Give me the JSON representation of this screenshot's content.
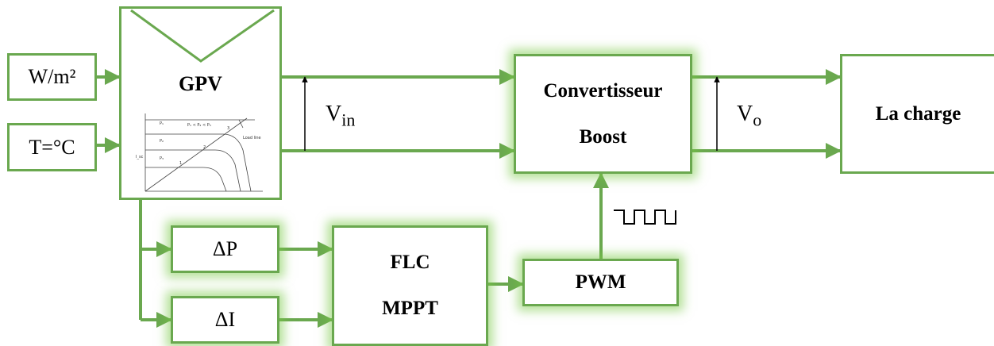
{
  "inputs": {
    "irradiance": "W/m²",
    "temperature": "T=°C"
  },
  "gpv": {
    "title": "GPV",
    "curve_labels": [
      "P₁",
      "P₂",
      "P₃",
      "P₁ < P₂ < P₃",
      "Load line",
      "1",
      "2",
      "3",
      "I_sc"
    ]
  },
  "signals": {
    "vin_main": "V",
    "vin_sub": "in",
    "vo_main": "V",
    "vo_sub": "o"
  },
  "converter": {
    "line1": "Convertisseur",
    "line2": "Boost"
  },
  "load": {
    "label": "La charge"
  },
  "delta_p": "ΔP",
  "delta_i": "ΔI",
  "flc": {
    "line1": "FLC",
    "line2": "MPPT"
  },
  "pwm": {
    "label": "PWM"
  },
  "colors": {
    "line": "#6aa84f",
    "glow": "#8fd14f"
  }
}
